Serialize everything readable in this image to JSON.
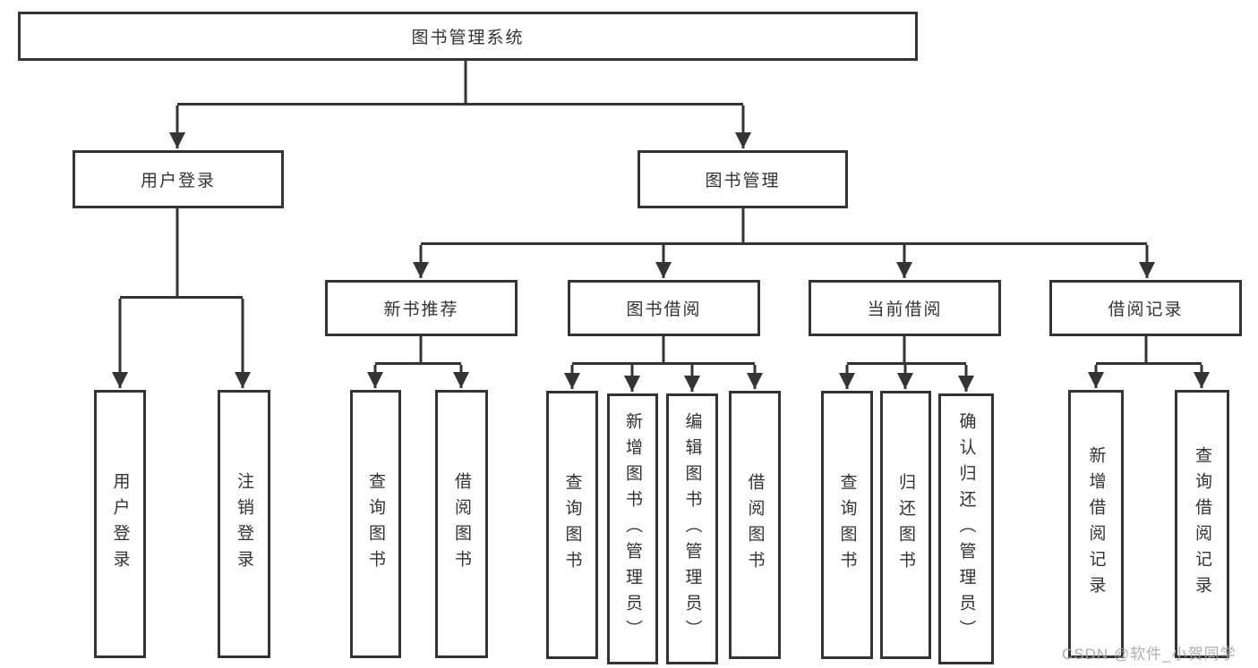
{
  "diagram": {
    "type": "tree",
    "root": {
      "label": "图书管理系统"
    },
    "branches": [
      {
        "label": "用户登录",
        "children": [
          {
            "label": "用户登录"
          },
          {
            "label": "注销登录"
          }
        ]
      },
      {
        "label": "图书管理",
        "groups": [
          {
            "label": "新书推荐",
            "children": [
              {
                "label": "查询图书"
              },
              {
                "label": "借阅图书"
              }
            ]
          },
          {
            "label": "图书借阅",
            "children": [
              {
                "label": "查询图书"
              },
              {
                "label": "新增图书（管理员）"
              },
              {
                "label": "编辑图书（管理员）"
              },
              {
                "label": "借阅图书"
              }
            ]
          },
          {
            "label": "当前借阅",
            "children": [
              {
                "label": "查询图书"
              },
              {
                "label": "归还图书"
              },
              {
                "label": "确认归还（管理员）"
              }
            ]
          },
          {
            "label": "借阅记录",
            "children": [
              {
                "label": "新增借阅记录"
              },
              {
                "label": "查询借阅记录"
              }
            ]
          }
        ]
      }
    ],
    "watermark": "CSDN @软件_小贺同学",
    "colors": {
      "line": "#343434",
      "text": "#333333",
      "watermark": "#a5a5a5",
      "background": "#ffffff"
    }
  }
}
